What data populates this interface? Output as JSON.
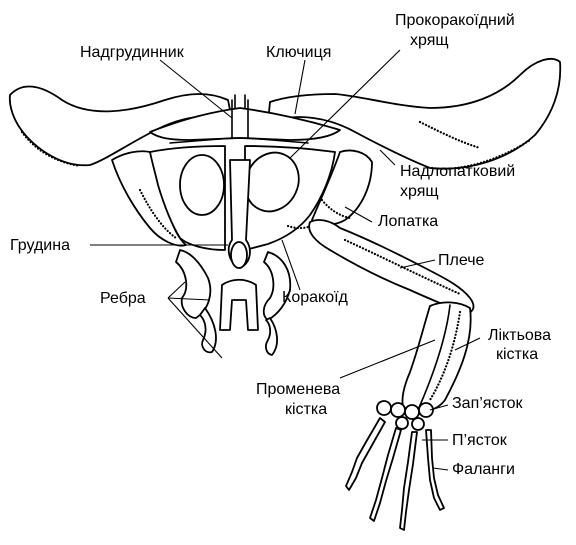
{
  "labels": {
    "suprasternum": "Надгрудинник",
    "clavicle": "Ключиця",
    "procoracoid_1": "Прокоракоїдний",
    "procoracoid_2": "хрящ",
    "suprascapular_1": "Надлопатковий",
    "suprascapular_2": "хрящ",
    "scapula": "Лопатка",
    "sternum": "Грудина",
    "humerus": "Плече",
    "ribs": "Ребра",
    "coracoid": "Коракоїд",
    "ulna_1": "Ліктьова",
    "ulna_2": "кістка",
    "radius_1": "Променева",
    "radius_2": "кістка",
    "carpus": "Зап’ясток",
    "metacarpus": "П’ясток",
    "phalanges": "Фаланги"
  }
}
